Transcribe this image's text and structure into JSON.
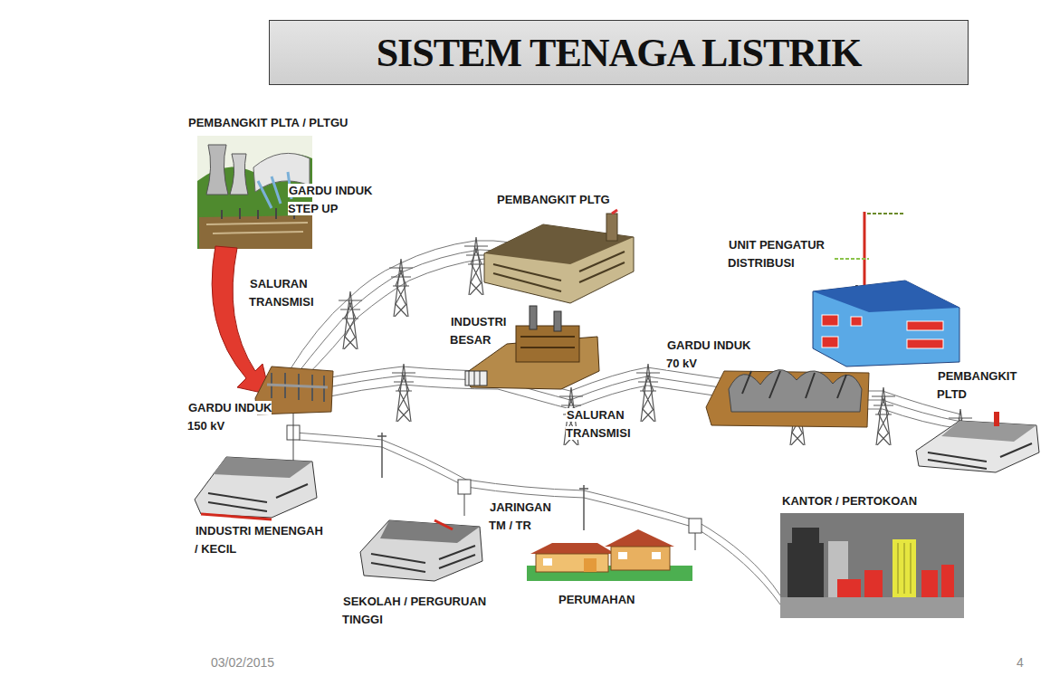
{
  "diagram": {
    "title": "SISTEM TENAGA LISTRIK",
    "labels": [
      "PEMBANGKIT PLTA / PLTGU",
      "GARDU INDUK STEP UP",
      "PEMBANGKIT PLTG",
      "UNIT PENGATUR DISTRIBUSI",
      "SALURAN TRANSMISI",
      "INDUSTRI BESAR",
      "GARDU INDUK 70 kV",
      "PEMBANGKIT PLTD",
      "GARDU INDUK 150 kV",
      "SALURAN TRANSMISI",
      "JARINGAN TM / TR",
      "KANTOR / PERTOKOAN",
      "INDUSTRI MENENGAH / KECIL",
      "SEKOLAH / PERGURUAN TINGGI",
      "PERUMAHAN",
      "03/02/2015",
      "4"
    ]
  }
}
